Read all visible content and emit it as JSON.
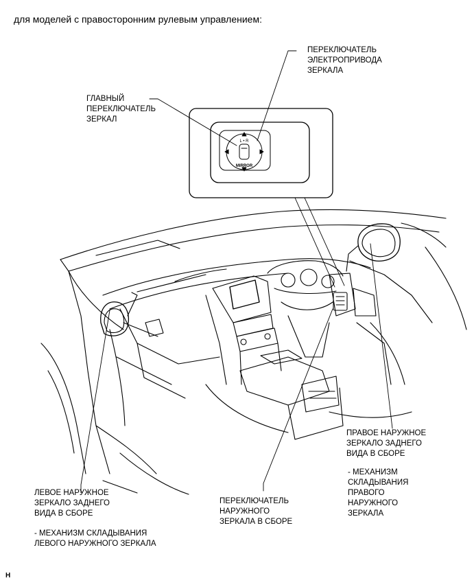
{
  "heading": "для моделей с правосторонним рулевым управлением:",
  "callouts": {
    "power_mirror_switch": [
      "ПЕРЕКЛЮЧАТЕЛЬ",
      "ЭЛЕКТРОПРИВОДА",
      "ЗЕРКАЛА"
    ],
    "main_mirror_switch": [
      "ГЛАВНЫЙ",
      "ПЕРЕКЛЮЧАТЕЛЬ",
      "ЗЕРКАЛ"
    ],
    "right_mirror": [
      "ПРАВОЕ НАРУЖНОЕ",
      "ЗЕРКАЛО ЗАДНЕГО",
      "ВИДА В СБОРЕ"
    ],
    "right_fold": [
      "- МЕХАНИЗМ",
      "СКЛАДЫВАНИЯ",
      "ПРАВОГО",
      "НАРУЖНОГО",
      "ЗЕРКАЛА"
    ],
    "left_mirror": [
      "ЛЕВОЕ НАРУЖНОЕ",
      "ЗЕРКАЛО ЗАДНЕГО",
      "ВИДА В СБОРЕ"
    ],
    "left_fold": [
      "- МЕХАНИЗМ СКЛАДЫВАНИЯ",
      "ЛЕВОГО НАРУЖНОГО ЗЕРКАЛА"
    ],
    "outer_mirror_switch": [
      "ПЕРЕКЛЮЧАТЕЛЬ",
      "НАРУЖНОГО",
      "ЗЕРКАЛА В СБОРЕ"
    ]
  },
  "switch_face": {
    "lr": "L • R",
    "mirror": "MIRROR"
  },
  "corner_mark": "H"
}
